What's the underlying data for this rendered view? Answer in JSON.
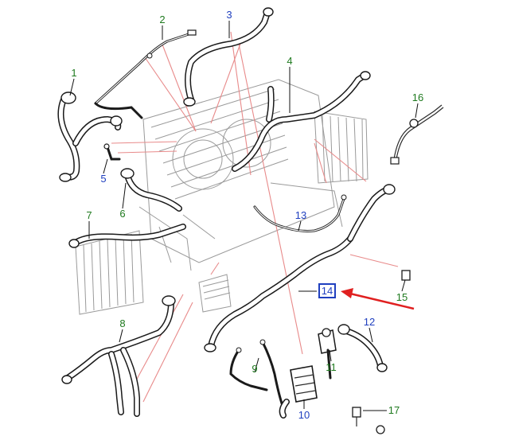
{
  "colors": {
    "green_label": "#1f7a1f",
    "blue_label": "#1f3fbf",
    "highlight_box": "#1f3fbf",
    "arrow": "#e02020",
    "callout_line": "#e88a8a",
    "drawing_line": "#1a1a1a"
  },
  "callouts": [
    {
      "num": "1",
      "color": "green"
    },
    {
      "num": "2",
      "color": "green"
    },
    {
      "num": "3",
      "color": "blue"
    },
    {
      "num": "4",
      "color": "green"
    },
    {
      "num": "5",
      "color": "blue"
    },
    {
      "num": "6",
      "color": "green"
    },
    {
      "num": "7",
      "color": "green"
    },
    {
      "num": "8",
      "color": "green"
    },
    {
      "num": "9",
      "color": "green"
    },
    {
      "num": "10",
      "color": "blue"
    },
    {
      "num": "11",
      "color": "green"
    },
    {
      "num": "12",
      "color": "blue"
    },
    {
      "num": "13",
      "color": "blue"
    },
    {
      "num": "14",
      "color": "blue",
      "highlighted": true
    },
    {
      "num": "15",
      "color": "green"
    },
    {
      "num": "16",
      "color": "green"
    },
    {
      "num": "17",
      "color": "green"
    }
  ],
  "highlighted_part": "14",
  "arrow_target": "14"
}
